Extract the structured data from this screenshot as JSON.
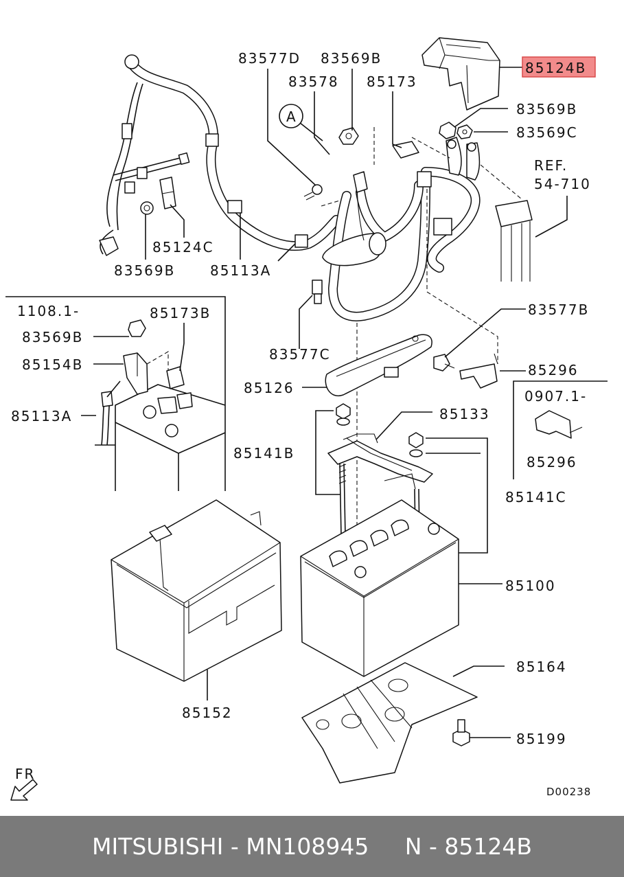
{
  "diagram_labels": {
    "l_85124B": "85124B",
    "l_83577D": "83577D",
    "l_83569B_top": "83569B",
    "l_83578": "83578",
    "l_85173": "85173",
    "l_83569B_r": "83569B",
    "l_83569C": "83569C",
    "l_ref1": "REF.",
    "l_ref2": "54-710",
    "l_85124C": "85124C",
    "l_83569B_l": "83569B",
    "l_85113A": "85113A",
    "l_A": "A",
    "l_1108": "1108.1-",
    "l_85173B": "85173B",
    "l_83569B_inset": "83569B",
    "l_85154B": "85154B",
    "l_85113A_inset": "85113A",
    "l_83577C": "83577C",
    "l_83577B": "83577B",
    "l_85296": "85296",
    "l_85126": "85126",
    "l_0907": "0907.1-",
    "l_85296_inset": "85296",
    "l_85133": "85133",
    "l_85141B": "85141B",
    "l_85141C": "85141C",
    "l_85100": "85100",
    "l_85164": "85164",
    "l_85152": "85152",
    "l_85199": "85199",
    "l_FR": "FR",
    "l_code": "D00238"
  },
  "highlight_color": "#f28b8b",
  "footer": {
    "text": "MITSUBISHI - MN108945     N - 85124B"
  }
}
